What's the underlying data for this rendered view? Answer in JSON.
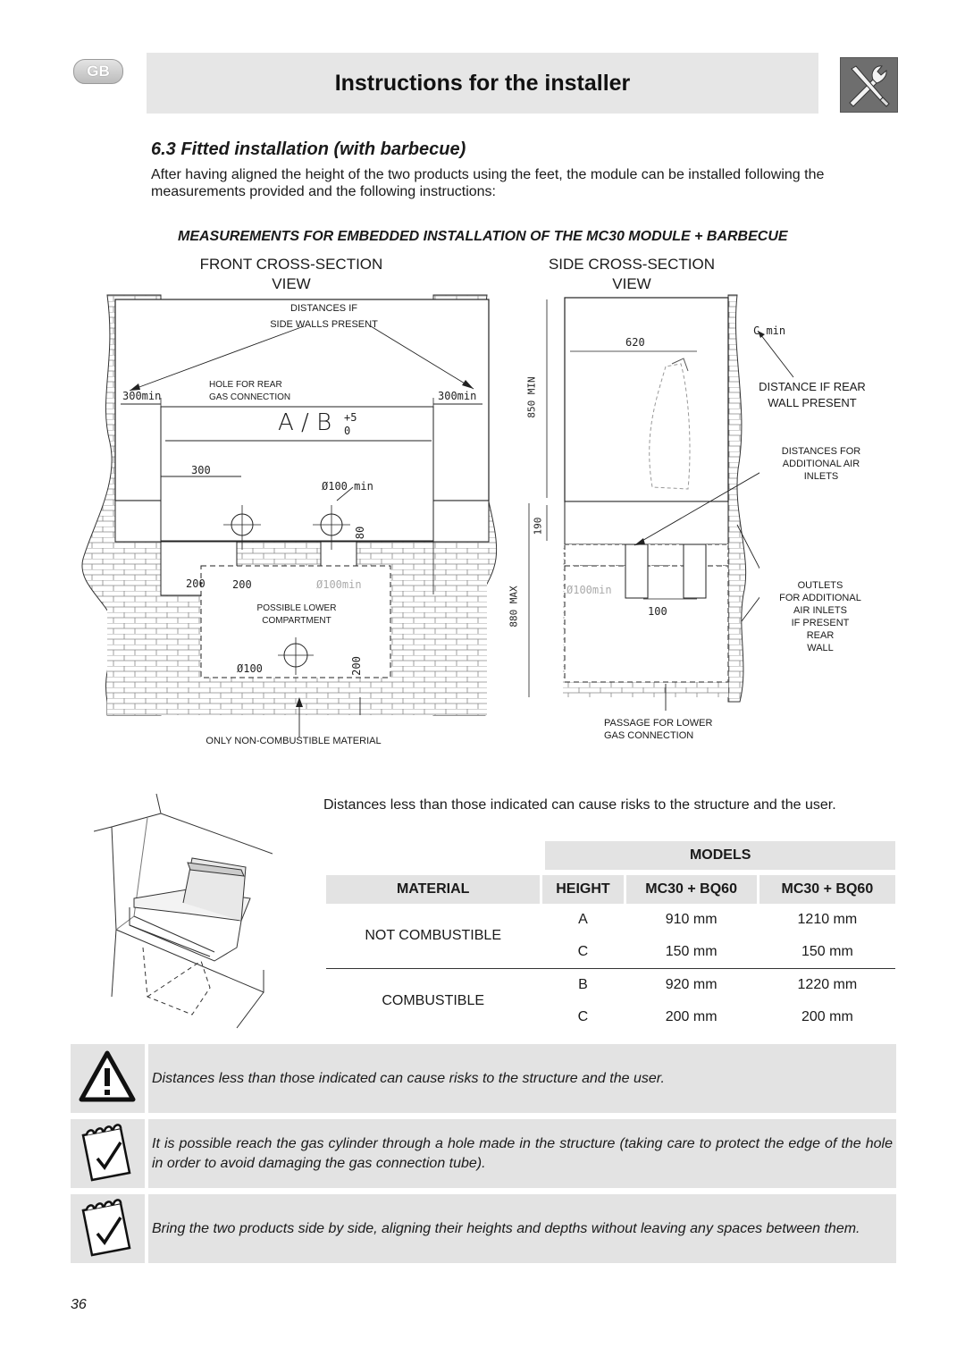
{
  "header": {
    "lang_badge": "GB",
    "title": "Instructions for the installer",
    "icon": "wrench-screwdriver-icon"
  },
  "section": {
    "title": "6.3   Fitted installation (with barbecue)",
    "intro": "After having aligned the height of the two products using the feet, the module can be installed following the measurements provided and the following instructions:",
    "subheading": "MEASUREMENTS FOR EMBEDDED INSTALLATION OF THE MC30 MODULE + BARBECUE"
  },
  "front_view": {
    "title_line1": "FRONT CROSS-SECTION",
    "title_line2": "VIEW",
    "labels": {
      "side_walls_1": "DISTANCES IF",
      "side_walls_2": "SIDE WALLS PRESENT",
      "hole_rear_1": "HOLE FOR REAR",
      "hole_rear_2": "GAS CONNECTION",
      "lower_comp_1": "POSSIBLE LOWER",
      "lower_comp_2": "COMPARTMENT",
      "non_combustible": "ONLY NON-COMBUSTIBLE MATERIAL"
    },
    "dims": {
      "left_300min": "300min",
      "right_300min": "300min",
      "ab": "A / B",
      "tol_plus": "+5",
      "tol_zero": "0",
      "d300": "300",
      "d100min": "Ø100  min",
      "d80": "80",
      "d200a": "200",
      "d200b": "200",
      "d100min_b": "Ø100min",
      "d100": "Ø100",
      "d200c": "200"
    }
  },
  "side_view": {
    "title_line1": "SIDE CROSS-SECTION",
    "title_line2": "VIEW",
    "labels": {
      "rear_wall_1": "DISTANCE IF REAR",
      "rear_wall_2": "WALL PRESENT",
      "air_inlets_1": "DISTANCES FOR",
      "air_inlets_2": "ADDITIONAL AIR",
      "air_inlets_3": "INLETS",
      "outlets_1": "OUTLETS",
      "outlets_2": "FOR ADDITIONAL",
      "outlets_3": "AIR INLETS",
      "outlets_4": "IF PRESENT",
      "outlets_5": "REAR",
      "outlets_6": "WALL",
      "passage_1": "PASSAGE FOR LOWER",
      "passage_2": "GAS CONNECTION"
    },
    "dims": {
      "d620": "620",
      "cmin": "C    min",
      "d850": "850  MIN",
      "d190": "190",
      "d880": "880  MAX",
      "d100min": "Ø100min",
      "d100": "100"
    }
  },
  "warning_note": "Distances less than those indicated can cause risks to the structure and the user.",
  "table": {
    "models_label": "MODELS",
    "headers": [
      "MATERIAL",
      "HEIGHT",
      "MC30 + BQ60",
      "MC30 + BQ60"
    ],
    "groups": [
      {
        "material": "NOT COMBUSTIBLE",
        "rows": [
          {
            "height": "A",
            "v1": "910 mm",
            "v2": "1210 mm"
          },
          {
            "height": "C",
            "v1": "150 mm",
            "v2": "150 mm"
          }
        ]
      },
      {
        "material": "COMBUSTIBLE",
        "rows": [
          {
            "height": "B",
            "v1": "920 mm",
            "v2": "1220 mm"
          },
          {
            "height": "C",
            "v1": "200 mm",
            "v2": "200 mm"
          }
        ]
      }
    ]
  },
  "notes": [
    {
      "icon": "warning-triangle-icon",
      "text": "Distances less than those indicated can cause risks to the structure and the user."
    },
    {
      "icon": "notepad-check-icon",
      "text": "It is possible reach the gas cylinder through a hole made in the structure (taking care to protect the edge of the hole in order to avoid damaging the gas connection tube)."
    },
    {
      "icon": "notepad-check-icon",
      "text": "Bring the two products side by side, aligning their heights and depths without leaving any spaces between them."
    }
  ],
  "page_number": "36"
}
